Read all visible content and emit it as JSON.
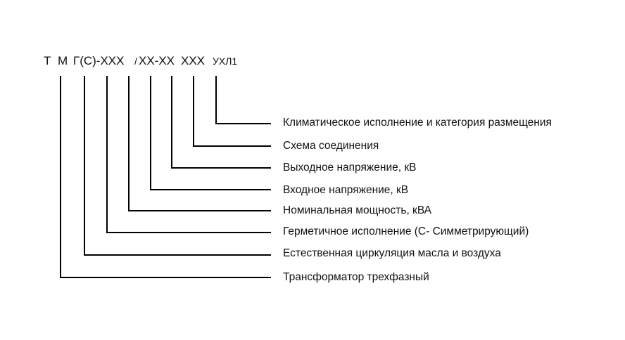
{
  "designation": {
    "parts": [
      {
        "text": "Т",
        "small": false
      },
      {
        "text": "М",
        "small": false
      },
      {
        "text": "Г(С)-ХХХ",
        "small": false
      },
      {
        "text": "/",
        "small": true
      },
      {
        "text": "ХХ-ХХ",
        "small": false
      },
      {
        "text": "ХХХ",
        "small": false
      },
      {
        "text": "УХЛ1",
        "small": true
      }
    ]
  },
  "labels": [
    "Климатическое исполнение и категория размещения",
    "Схема соединения",
    "Выходное напряжение, кВ",
    "Входное напряжение, кВ",
    "Номинальная мощность, кВА",
    "Герметичное исполнение (С- Симметрирующий)",
    "Естественная циркуляция масла и воздуха",
    "Трансформатор трехфазный"
  ],
  "colors": {
    "line": "#000000",
    "text": "#111111",
    "background": "#ffffff"
  }
}
